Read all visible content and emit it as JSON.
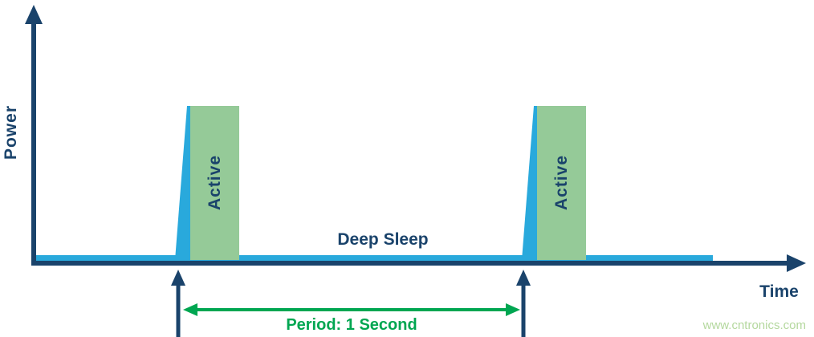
{
  "figure": {
    "ylabel": "Power",
    "xlabel": "Time",
    "deep_sleep_label": "Deep Sleep",
    "active_label": "Active",
    "period_label": "Period: 1 Second",
    "watermark": "www.cntronics.com"
  },
  "colors": {
    "axis_and_text_navy": "#1a436b",
    "pulse_cyan": "#29a9dc",
    "active_block_green": "#95ca98",
    "period_arrow_green": "#00a651",
    "watermark_green": "#b4d89e",
    "background": "#ffffff"
  },
  "chart_data": {
    "type": "area",
    "xlabel": "Time",
    "ylabel": "Power",
    "x_units": "seconds",
    "grid": false,
    "axis_tick_labels_visible": false,
    "series": [
      {
        "name": "Power",
        "x": [
          0.0,
          0.42,
          0.45,
          0.58,
          0.58,
          1.42,
          1.45,
          1.58,
          1.58,
          1.95
        ],
        "y": [
          0.02,
          0.02,
          1.0,
          1.0,
          0.02,
          0.02,
          1.0,
          1.0,
          0.02,
          0.02
        ]
      }
    ],
    "period_seconds": 1,
    "annotations": [
      {
        "text": "Active",
        "region": "pulse-1",
        "x": 0.51,
        "y": 0.5
      },
      {
        "text": "Active",
        "region": "pulse-2",
        "x": 1.51,
        "y": 0.5
      },
      {
        "text": "Deep Sleep",
        "x": 1.0,
        "y": 0.08
      },
      {
        "text": "Period: 1 Second",
        "span_x": [
          0.45,
          1.45
        ],
        "style": "double-headed-arrow"
      }
    ]
  }
}
